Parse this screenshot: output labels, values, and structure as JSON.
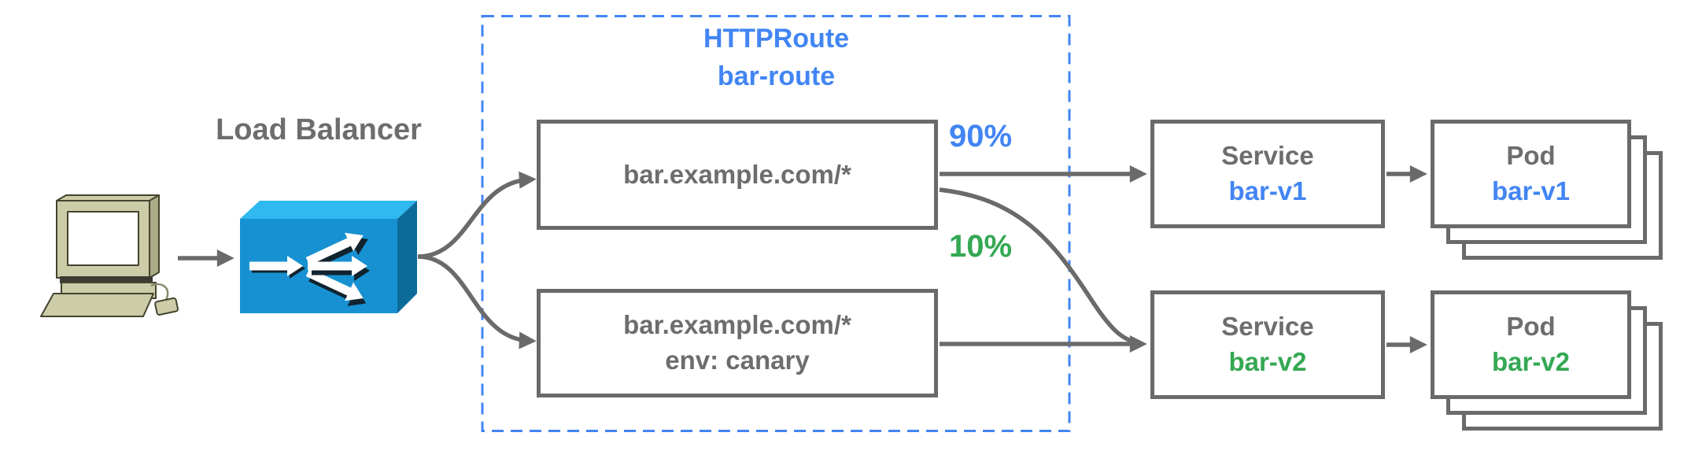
{
  "client": {
    "icon": "desktop-computer"
  },
  "load_balancer": {
    "label": "Load Balancer",
    "icon": "load-balancer-3d-box"
  },
  "httproute": {
    "kind": "HTTPRoute",
    "name": "bar-route"
  },
  "route_rules": [
    {
      "lines": [
        "bar.example.com/*"
      ]
    },
    {
      "lines": [
        "bar.example.com/*",
        "env: canary"
      ]
    }
  ],
  "traffic_split": {
    "to_v1": "90%",
    "to_v2": "10%"
  },
  "services": [
    {
      "kind": "Service",
      "name": "bar-v1",
      "name_color": "#4285F4"
    },
    {
      "kind": "Service",
      "name": "bar-v2",
      "name_color": "#34A853"
    }
  ],
  "pods": [
    {
      "kind": "Pod",
      "name": "bar-v1",
      "name_color": "#4285F4"
    },
    {
      "kind": "Pod",
      "name": "bar-v2",
      "name_color": "#34A853"
    }
  ],
  "colors": {
    "blue": "#4285F4",
    "green": "#34A853",
    "gray_text": "#6D6D6D",
    "line_gray": "#6A6A6A",
    "lb_front": "#1791D2",
    "lb_top": "#2FB9F0",
    "lb_side": "#0C6B9B",
    "pc_body": "#CCCCA8"
  }
}
